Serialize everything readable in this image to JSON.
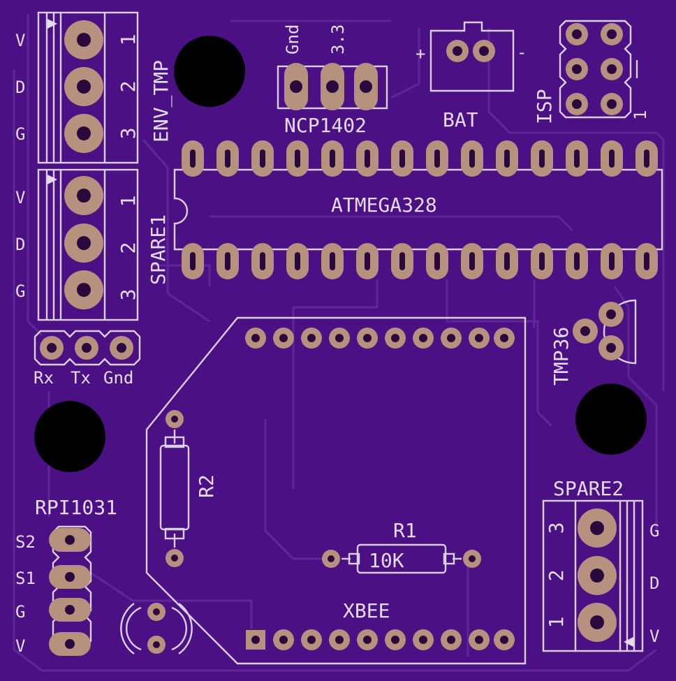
{
  "board": {
    "background": "#4b1184",
    "silk_color": "#d8d1e6",
    "pad_color": "#b5917e",
    "trace_color": "#5e2699"
  },
  "labels": {
    "env_tmp": "ENV_TMP",
    "spare1": "SPARE1",
    "spare2": "SPARE2",
    "ncp1402": "NCP1402",
    "gnd_pin": "Gnd",
    "v33_pin": "3.3",
    "bat": "BAT",
    "bat_plus": "+",
    "bat_minus": "-",
    "isp": "ISP",
    "isp_pin1": "1",
    "atmega": "ATMEGA328",
    "tmp36": "TMP36",
    "rx": "Rx",
    "tx": "Tx",
    "gnd": "Gnd",
    "rpi1031": "RPI1031",
    "s2": "S2",
    "s1": "S1",
    "g": "G",
    "v": "V",
    "r1": "R1",
    "r1_value": "10K",
    "r2": "R2",
    "xbee": "XBEE"
  },
  "terminal_left_letters": [
    "V",
    "D",
    "G"
  ],
  "terminal_numbers": [
    "1",
    "2",
    "3"
  ],
  "terminal_right_letters": [
    "G",
    "D",
    "V"
  ]
}
